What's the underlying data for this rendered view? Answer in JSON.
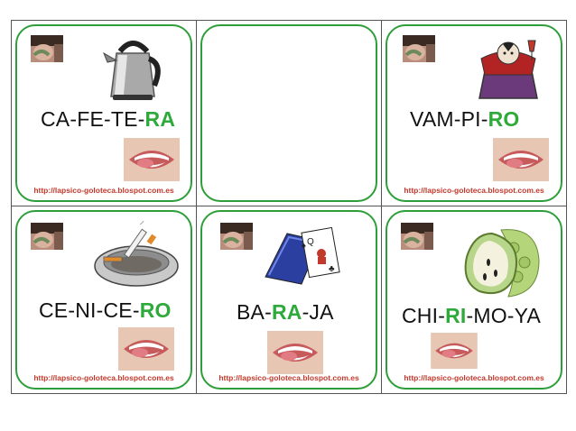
{
  "source_url": "http://lapsico-goloteca.blospot.com.es",
  "cards": [
    {
      "name": "cafetera",
      "icon": "kettle-icon",
      "prefix": "CA-FE-TE-",
      "highlight": "RA",
      "suffix": ""
    },
    {
      "name": "blank",
      "icon": "",
      "prefix": "",
      "highlight": "",
      "suffix": ""
    },
    {
      "name": "vampiro",
      "icon": "vampire-icon",
      "prefix": "VAM-PI-",
      "highlight": "RO",
      "suffix": ""
    },
    {
      "name": "cenicero",
      "icon": "ashtray-icon",
      "prefix": "CE-NI-CE-",
      "highlight": "RO",
      "suffix": ""
    },
    {
      "name": "baraja",
      "icon": "playing-cards-icon",
      "prefix": "BA-",
      "highlight": "RA",
      "suffix": "-JA"
    },
    {
      "name": "chirimoya",
      "icon": "cherimoya-icon",
      "prefix": "CHI-",
      "highlight": "RI",
      "suffix": "-MO-YA"
    }
  ],
  "colors": {
    "card_border": "#2e9e3a",
    "highlight": "#2eaa3a",
    "url": "#c0392b"
  }
}
